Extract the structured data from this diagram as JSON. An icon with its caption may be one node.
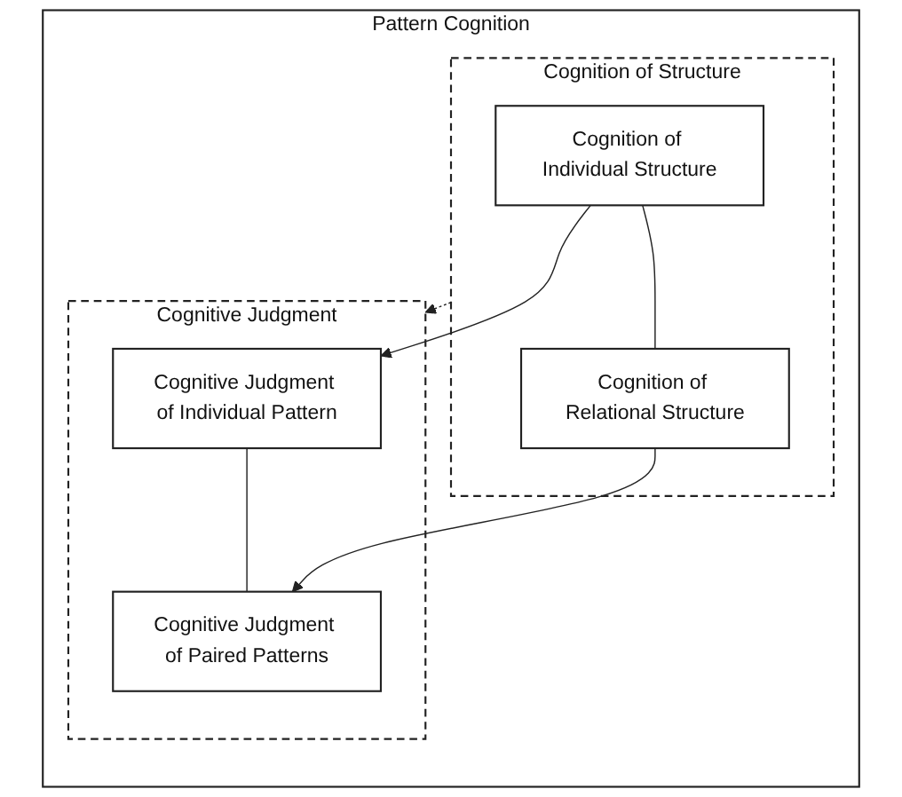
{
  "diagram": {
    "nodes": [
      {
        "text": [
          "Pattern Cognition"
        ]
      },
      {
        "text": [
          "Cognition of Structure"
        ],
        "in": 0
      },
      {
        "text": [
          "Cognition of Individual Structure"
        ],
        "in": 1
      },
      {
        "text": [
          "Cognition of Relational Structure"
        ],
        "in": 1
      },
      {
        "text": [
          "Cognitive Judgment"
        ],
        "in": 0
      },
      {
        "text": [
          "Cognitive Judgment of Individual Pattern"
        ],
        "in": 4
      },
      {
        "text": [
          "Cognitive Judgment of Paired Patterns"
        ],
        "in": 4
      }
    ],
    "edges": [
      {
        "from": 2,
        "to": 5,
        "arrow": "to"
      },
      {
        "from": 2,
        "to": 3,
        "arrow": "none"
      },
      {
        "from": 5,
        "to": 6,
        "arrow": "none"
      },
      {
        "from": 3,
        "to": 6,
        "arrow": "to"
      },
      {
        "from": 1,
        "to": 4,
        "arrow": "to",
        "style": "dashed"
      }
    ]
  }
}
